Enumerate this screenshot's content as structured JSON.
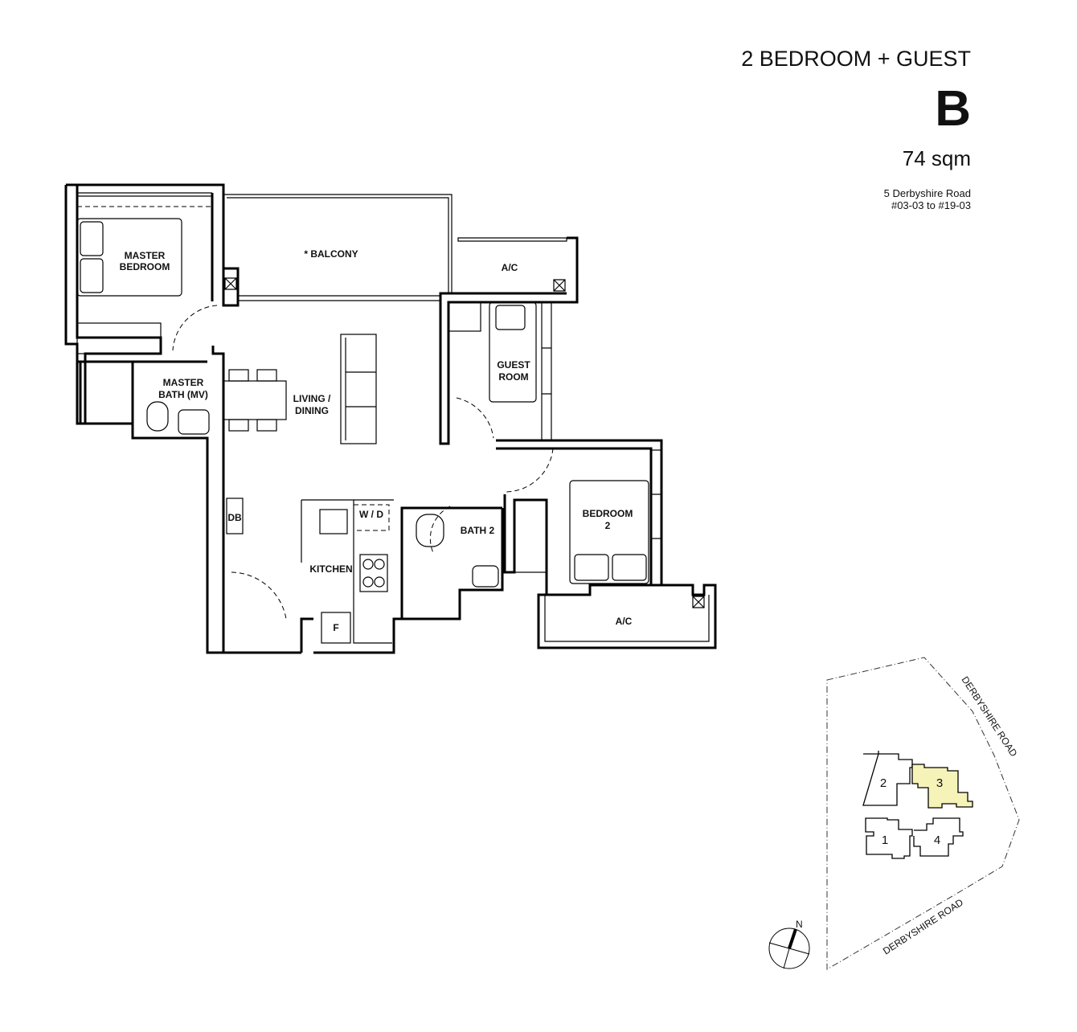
{
  "header": {
    "unit_type": "2 BEDROOM + GUEST",
    "unit_code": "B",
    "area": "74 sqm",
    "address": "5 Derbyshire Road",
    "unit_range": "#03-03 to #19-03"
  },
  "rooms": {
    "master_bedroom": [
      "MASTER",
      "BEDROOM"
    ],
    "balcony": "* BALCONY",
    "ac_top": "A/C",
    "guest_room": [
      "GUEST",
      "ROOM"
    ],
    "master_bath": [
      "MASTER",
      "BATH (MV)"
    ],
    "living_dining": [
      "LIVING /",
      "DINING"
    ],
    "db": "DB",
    "wd": "W / D",
    "kitchen": "KITCHEN",
    "bath2": "BATH 2",
    "bedroom2": [
      "BEDROOM",
      "2"
    ],
    "fridge": "F",
    "ac_bottom": "A/C"
  },
  "keyplan": {
    "blocks": [
      "1",
      "2",
      "3",
      "4"
    ],
    "highlighted_block": "3",
    "highlight_color": "#f6f3b8",
    "road_1": "DERBYSHIRE ROAD",
    "road_2": "DERBYSHIRE ROAD",
    "north": "N"
  }
}
